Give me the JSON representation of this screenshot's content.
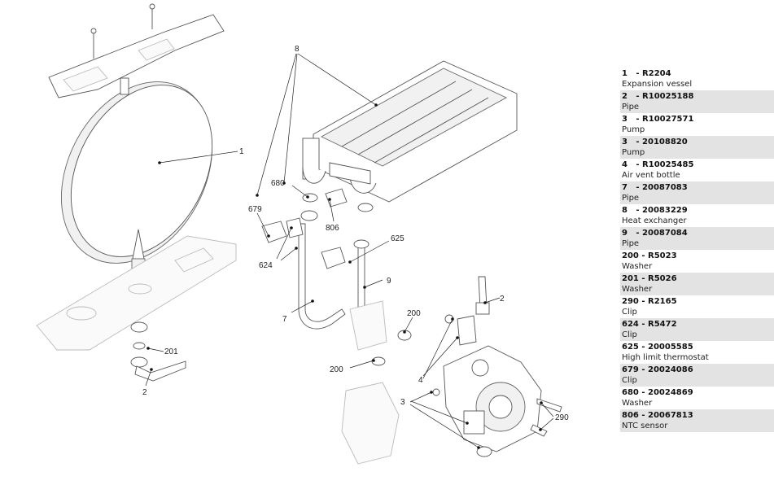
{
  "callouts": {
    "c1": "1",
    "c2a": "2",
    "c2b": "2",
    "c3": "3",
    "c4": "4",
    "c7": "7",
    "c8": "8",
    "c9": "9",
    "c200a": "200",
    "c200b": "200",
    "c201": "201",
    "c290": "290",
    "c624": "624",
    "c625": "625",
    "c679": "679",
    "c680": "680",
    "c806": "806"
  },
  "parts": [
    {
      "number": "1",
      "code": "R2204",
      "description": "Expansion vessel"
    },
    {
      "number": "2",
      "code": "R10025188",
      "description": "Pipe"
    },
    {
      "number": "3",
      "code": "R10027571",
      "description": "Pump"
    },
    {
      "number": "3",
      "code": "20108820",
      "description": "Pump"
    },
    {
      "number": "4",
      "code": "R10025485",
      "description": "Air vent bottle"
    },
    {
      "number": "7",
      "code": "20087083",
      "description": "Pipe"
    },
    {
      "number": "8",
      "code": "20083229",
      "description": "Heat exchanger"
    },
    {
      "number": "9",
      "code": "20087084",
      "description": "Pipe"
    },
    {
      "number": "200",
      "code": "R5023",
      "description": "Washer"
    },
    {
      "number": "201",
      "code": "R5026",
      "description": "Washer"
    },
    {
      "number": "290",
      "code": "R2165",
      "description": "Clip"
    },
    {
      "number": "624",
      "code": "R5472",
      "description": "Clip"
    },
    {
      "number": "625",
      "code": "20005585",
      "description": "High limit thermostat"
    },
    {
      "number": "679",
      "code": "20024086",
      "description": "Clip"
    },
    {
      "number": "680",
      "code": "20024869",
      "description": "Washer"
    },
    {
      "number": "806",
      "code": "20067813",
      "description": "NTC sensor"
    }
  ]
}
